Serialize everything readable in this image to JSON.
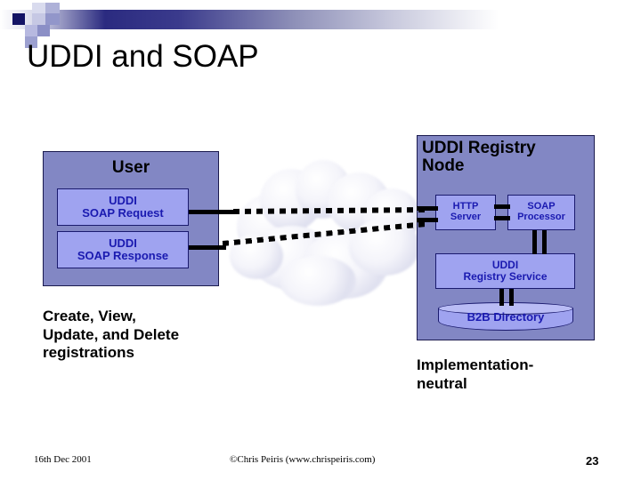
{
  "slide": {
    "title": "UDDI and SOAP",
    "page_number": "23"
  },
  "theme": {
    "header_dark": "#2b2b80",
    "box_fill": "#8287c4",
    "inner_fill": "#9fa3f0",
    "inner_text": "#1a1ab0",
    "border": "#1a1a4e"
  },
  "diagram": {
    "user_node": {
      "heading": "User",
      "items": [
        {
          "line1": "UDDI",
          "line2": "SOAP Request"
        },
        {
          "line1": "UDDI",
          "line2": "SOAP Response"
        }
      ]
    },
    "registry_node": {
      "heading_line1": "UDDI Registry",
      "heading_line2": "Node",
      "http_server": {
        "line1": "HTTP",
        "line2": "Server"
      },
      "soap_processor": {
        "line1": "SOAP",
        "line2": "Processor"
      },
      "registry_service": {
        "line1": "UDDI",
        "line2": "Registry Service"
      },
      "directory": "B2B Directory"
    },
    "cloud_icon": "cloud-network-image"
  },
  "annotations": {
    "left_note_line1": "Create, View,",
    "left_note_line2": "Update, and Delete",
    "left_note_line3": "registrations",
    "right_note_line1": "Implementation-",
    "right_note_line2": "neutral"
  },
  "footer": {
    "date": "16th Dec 2001",
    "copyright": "©Chris Peiris  (www.chrispeiris.com)"
  }
}
